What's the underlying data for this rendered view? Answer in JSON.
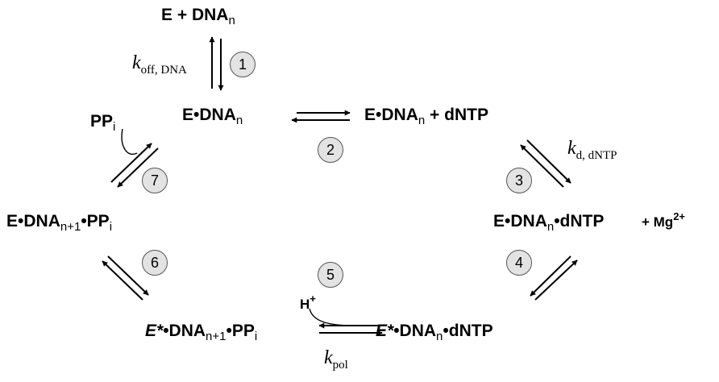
{
  "species": {
    "e_dna_free": {
      "main": "E + DNA",
      "sub": "n"
    },
    "e_dna": {
      "main": "E•DNA",
      "sub": "n"
    },
    "e_dna_dntp_free": {
      "main": "E•DNA",
      "sub": "n",
      "tail": " + dNTP"
    },
    "e_dna_dntp": {
      "main": "E•DNA",
      "sub": "n",
      "tail": "•dNTP"
    },
    "mg": {
      "main": "+ Mg",
      "sup": "2+"
    },
    "estar_dna_dntp": {
      "star": "E*",
      "main": "•DNA",
      "sub": "n",
      "tail": "•dNTP"
    },
    "estar_dna_ppi": {
      "star": "E*",
      "main": "•DNA",
      "sub": "n+1",
      "mid": "•PP",
      "sub2": "i"
    },
    "e_dna_ppi": {
      "main": "E•DNA",
      "sub": "n+1",
      "mid": "•PP",
      "sub2": "i"
    },
    "ppi": {
      "main": "PP",
      "sub": "i"
    },
    "proton": {
      "main": "H",
      "sup": "+"
    }
  },
  "rates": {
    "koff": {
      "k": "k",
      "sub": "off, DNA"
    },
    "kd": {
      "k": "k",
      "sub": "d, dNTP"
    },
    "kpol": {
      "k": "k",
      "sub": "pol"
    }
  },
  "steps": [
    "1",
    "2",
    "3",
    "4",
    "5",
    "6",
    "7"
  ]
}
